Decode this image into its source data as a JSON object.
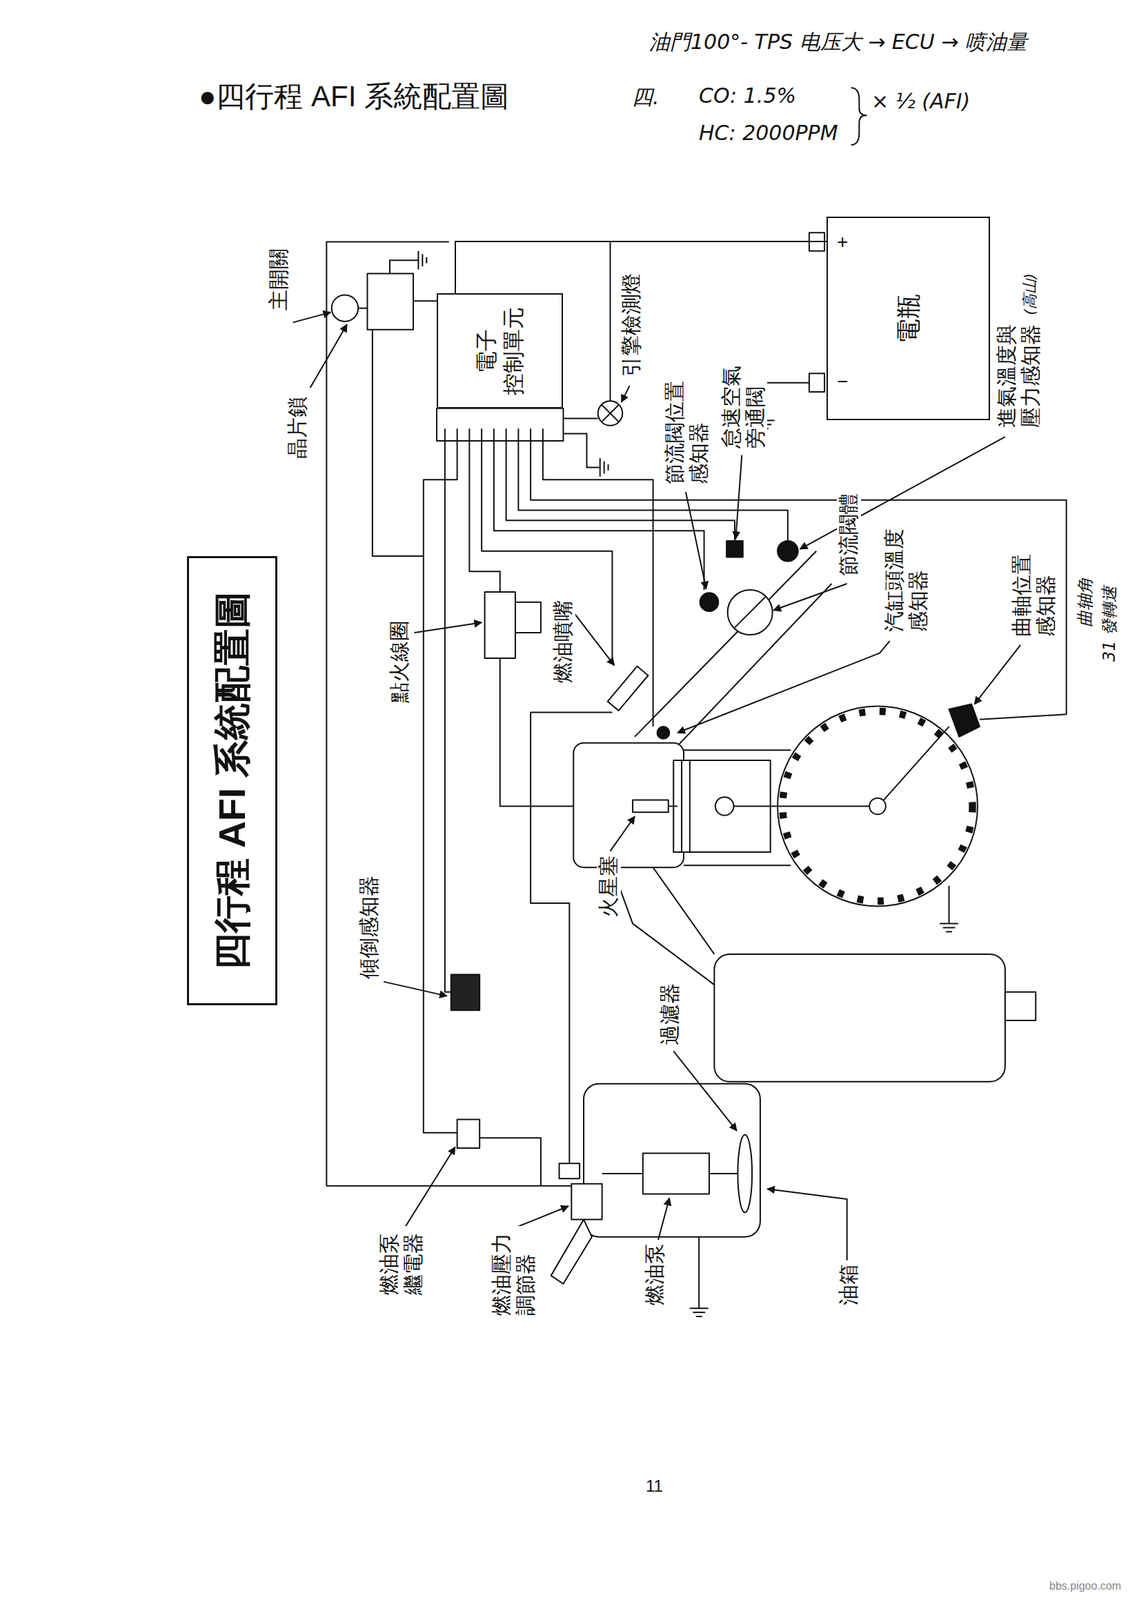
{
  "diagram": {
    "title": "●四行程 AFI 系統配置圖",
    "nodes": [
      {
        "text": [
          "四行程 AFI 系統配置圖"
        ]
      },
      {
        "text": [
          "電子 控制單元"
        ]
      },
      {
        "text": [
          "電瓶"
        ]
      }
    ],
    "edges": [
      {
        "from": 2,
        "to": 1,
        "arrow": "none"
      }
    ],
    "labels": [
      "油門100°- TPS 电压大 → ECU → 喷油量",
      "四.",
      "CO: 1.5%",
      "HC: 2000PPM",
      "× ½ (AFI)",
      "主開關",
      "晶片鎖",
      "引擎檢測燈",
      "節流閥位置 感知器",
      "怠速空氣 旁通閥",
      "+",
      "−",
      "進氣溫度與 壓力感知器",
      "(高山)",
      "節流閥體",
      "汽缸頭溫度 感知器",
      "曲軸位置 感知器",
      "曲轴角",
      "31 發轉速",
      "燃油噴嘴",
      "點火線圈",
      "傾倒感知器",
      "火星塞",
      "過濾器",
      "燃油泵 繼電器",
      "燃油壓力 調節器",
      "燃油泵",
      "油箱",
      "11",
      "bbs.pigoo.com"
    ]
  }
}
